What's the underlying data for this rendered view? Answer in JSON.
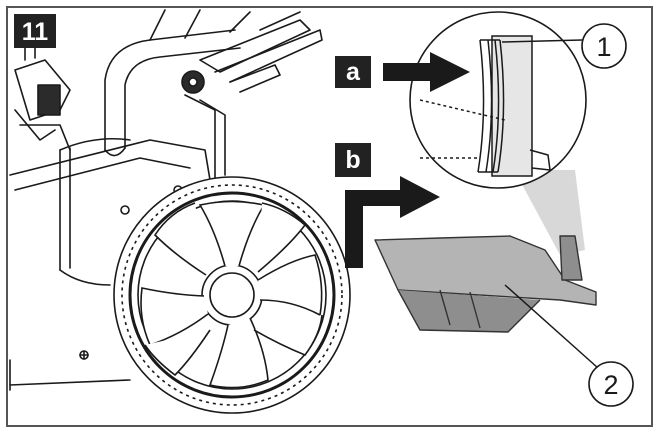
{
  "figure": {
    "number": "11",
    "step_labels": {
      "a": "a",
      "b": "b"
    },
    "callouts": {
      "one": "1",
      "two": "2"
    }
  },
  "colors": {
    "line": "#1a1a1a",
    "frame": "#555555",
    "label_bg": "#222222",
    "label_text": "#ffffff",
    "part_gray": "#b4b4b4",
    "part_dark": "#8e8e8e",
    "detail_fill": "#e6e6e6",
    "wheel_dark": "#2b2b2b"
  }
}
